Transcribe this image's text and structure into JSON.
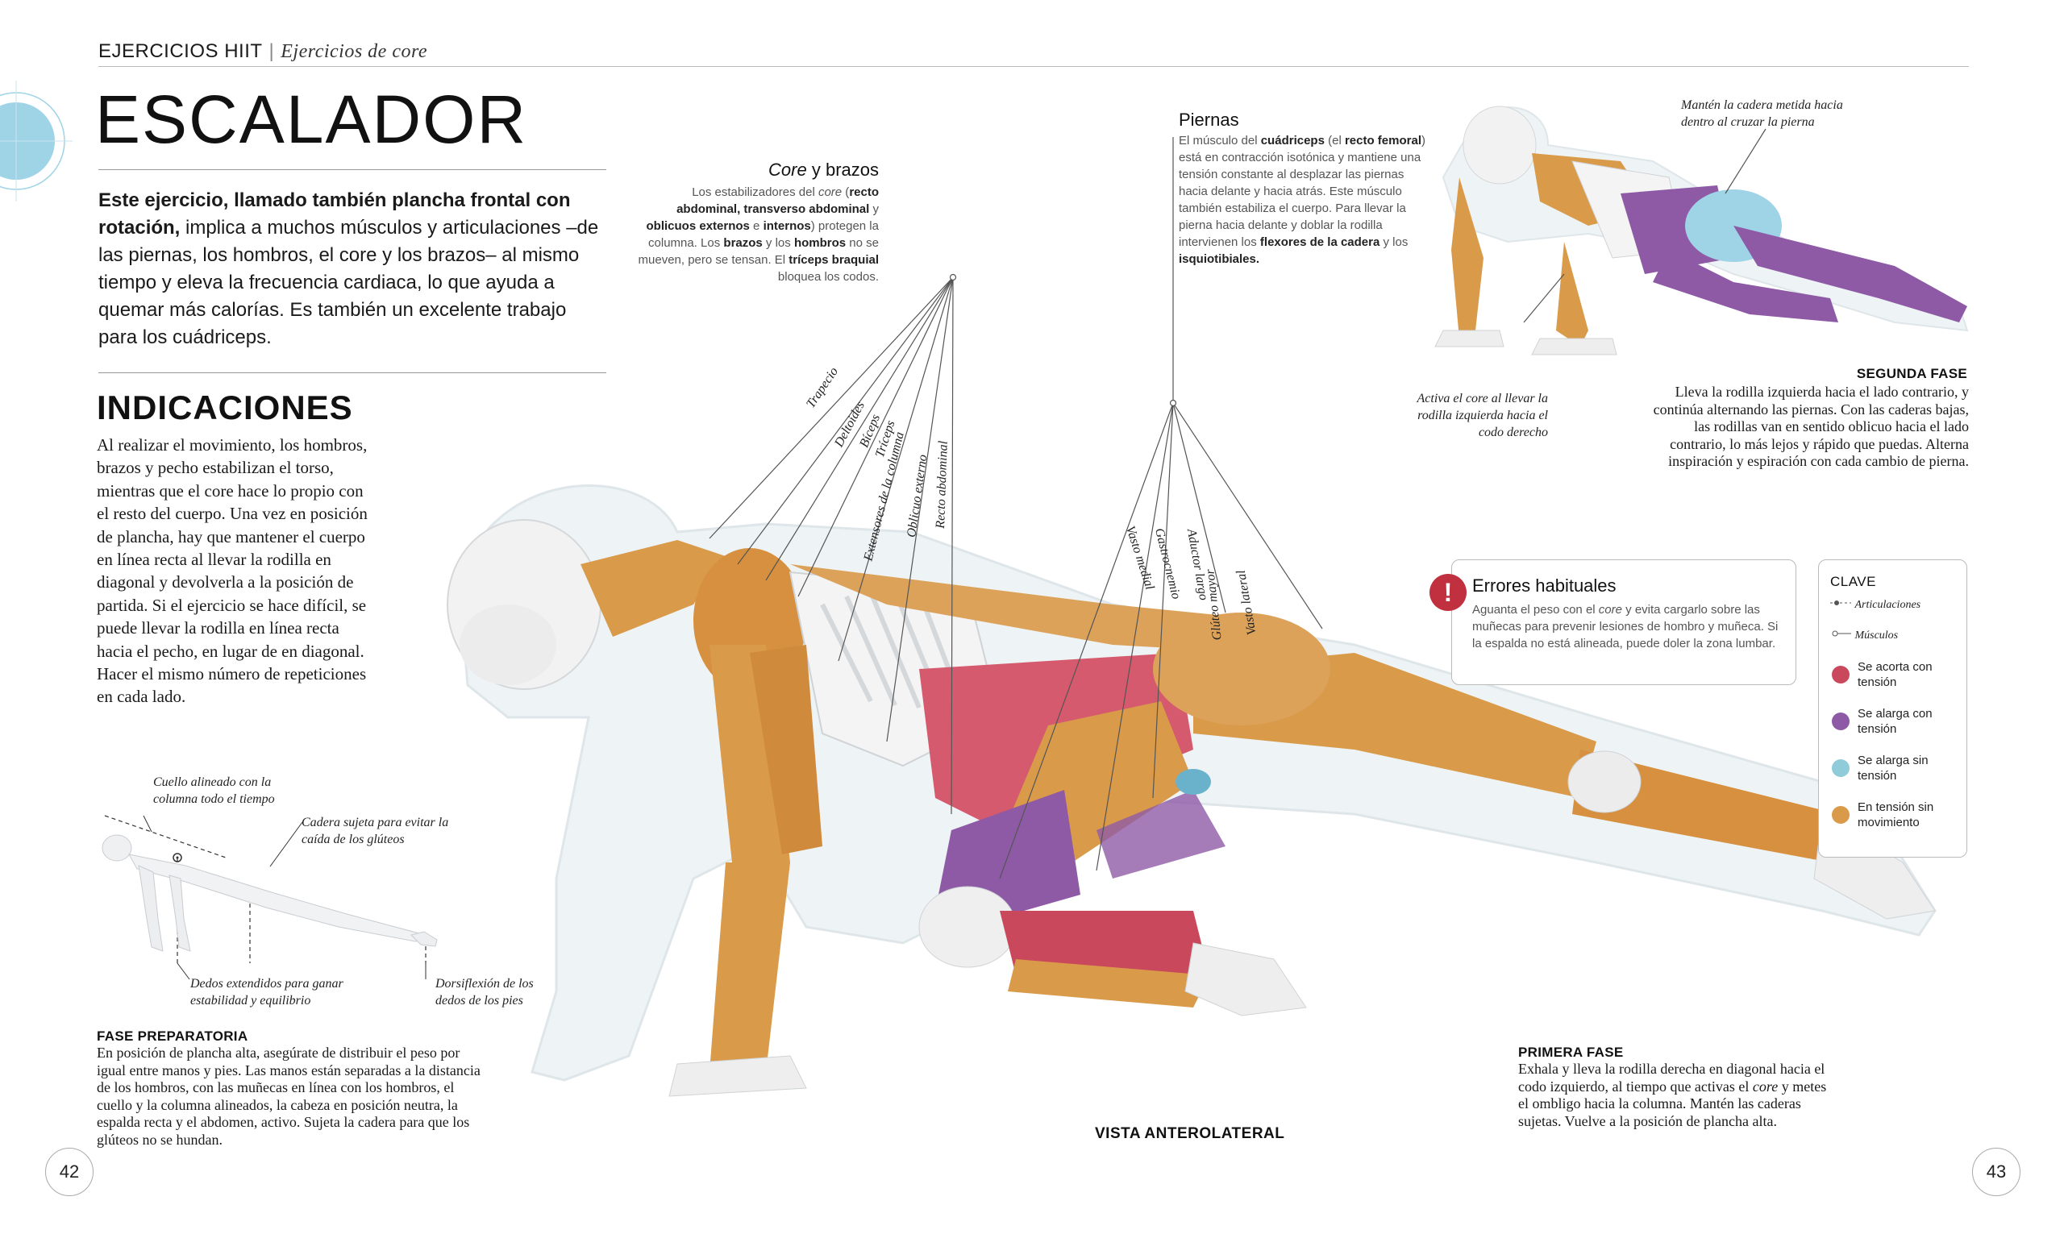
{
  "header": {
    "section": "EJERCICIOS HIIT",
    "subsection": "Ejercicios de core"
  },
  "title": "ESCALADOR",
  "intro": {
    "bold": "Este ejercicio, llamado también plancha frontal con rotación,",
    "rest": " implica a muchos músculos y articulaciones –de las piernas, los hombros, el core y los brazos– al mismo tiempo y eleva la frecuencia cardiaca, lo que ayuda a quemar más calorías. Es también un excelente trabajo para los cuádriceps."
  },
  "indicaciones": {
    "title": "INDICACIONES",
    "text": "Al realizar el movimiento, los hombros, brazos y pecho estabilizan el torso, mientras que el core hace lo propio con el resto del cuerpo. Una vez en posición de plancha, hay que mantener el cuerpo en línea recta al llevar la rodilla en diagonal y devolverla a la posición de partida. Si el ejercicio se hace difícil, se puede llevar la rodilla en línea recta hacia el pecho, en lugar de en diagonal. Hacer el mismo número de repeticiones en cada lado."
  },
  "prep_figure": {
    "label_neck": "Cuello alineado con la columna todo el tiempo",
    "label_hip": "Cadera sujeta para evitar la caída de los glúteos",
    "label_fingers": "Dedos extendidos para ganar estabilidad y equilibrio",
    "label_toes": "Dorsiflexión de los dedos de los pies"
  },
  "fase_preparatoria": {
    "title": "FASE PREPARATORIA",
    "text": "En posición de plancha alta, asegúrate de distribuir el peso por igual entre manos y pies. Las manos están separadas a la distancia de los hombros, con las muñecas en línea con los hombros, el cuello y la columna alineados, la cabeza en posición neutra, la espalda recta y el abdomen, activo. Sujeta la cadera para que los glúteos no se hundan."
  },
  "core_brazos": {
    "title_italic": "Core",
    "title_rest": " y brazos",
    "text_1": "Los estabilizadores del ",
    "text_core": "core",
    "text_2": " (",
    "bold_1": "recto abdominal, transverso abdominal",
    "text_3": " y ",
    "bold_2": "oblicuos externos",
    "text_4": " e ",
    "bold_3": "internos",
    "text_5": ") protegen la columna. Los ",
    "bold_4": "brazos",
    "text_6": " y los ",
    "bold_5": "hombros",
    "text_7": " no se mueven, pero se tensan. El ",
    "bold_6": "tríceps braquial",
    "text_8": " bloquea los codos."
  },
  "muscles_upper": [
    "Trapecio",
    "Deltoides",
    "Bíceps",
    "Tríceps",
    "Extensores de la columna",
    "Oblicuo externo",
    "Recto abdominal"
  ],
  "piernas": {
    "title": "Piernas",
    "t1": "El músculo del ",
    "b1": "cuádriceps",
    "t2": " (el ",
    "b2": "recto femoral",
    "t3": ") está en contracción isotónica y mantiene una tensión constante al desplazar las piernas hacia delante y hacia atrás. Este músculo también estabiliza el cuerpo. Para llevar la pierna hacia delante y doblar la rodilla intervienen los ",
    "b3": "flexores de la cadera",
    "t4": " y los ",
    "b4": "isquiotibiales."
  },
  "muscles_legs": [
    "Vasto medial",
    "Gastrocnemio",
    "Aductor largo",
    "Glúteo mayor",
    "Vasto lateral"
  ],
  "segunda_fase_labels": {
    "top": "Mantén la cadera metida hacia dentro al cruzar la pierna",
    "left": "Activa el core al llevar la rodilla izquierda hacia el codo derecho"
  },
  "segunda_fase": {
    "title": "SEGUNDA FASE",
    "text": "Lleva la rodilla izquierda hacia el lado contrario, y continúa alternando las piernas. Con las caderas bajas, las rodillas van en sentido oblicuo hacia el lado contrario, lo más lejos y rápido que puedas. Alterna inspiración y espiración con cada cambio de pierna."
  },
  "errores": {
    "icon": "!",
    "title": "Errores habituales",
    "t1": "Aguanta el peso con el ",
    "core": "core",
    "t2": " y evita cargarlo sobre las muñecas para prevenir lesiones de hombro y muñeca. Si la espalda no está alineada, puede doler la zona lumbar."
  },
  "clave": {
    "title": "CLAVE",
    "articulaciones": "Articulaciones",
    "musculos": "Músculos",
    "items": [
      {
        "label": "Se acorta con tensión",
        "color": "#c9485b"
      },
      {
        "label": "Se alarga con tensión",
        "color": "#8e5aa6"
      },
      {
        "label": "Se alarga sin tensión",
        "color": "#8fcbd8"
      },
      {
        "label": "En tensión sin movimiento",
        "color": "#d99a4a"
      }
    ]
  },
  "primera_fase": {
    "title": "PRIMERA FASE",
    "t1": "Exhala y lleva la rodilla derecha en diagonal hacia el codo izquierdo, al tiempo que activas el ",
    "core": "core",
    "t2": " y metes el ombligo hacia la columna. Mantén las caderas sujetas. Vuelve a la posición de plancha alta."
  },
  "vista": "VISTA ANTEROLATERAL",
  "page_left": "42",
  "page_right": "43",
  "colors": {
    "accent_blue": "#9fd3e6",
    "error_red": "#c0303e",
    "muscle_orange": "#d99a4a",
    "muscle_pink": "#d65a6e",
    "muscle_purple": "#8e5aa6"
  }
}
